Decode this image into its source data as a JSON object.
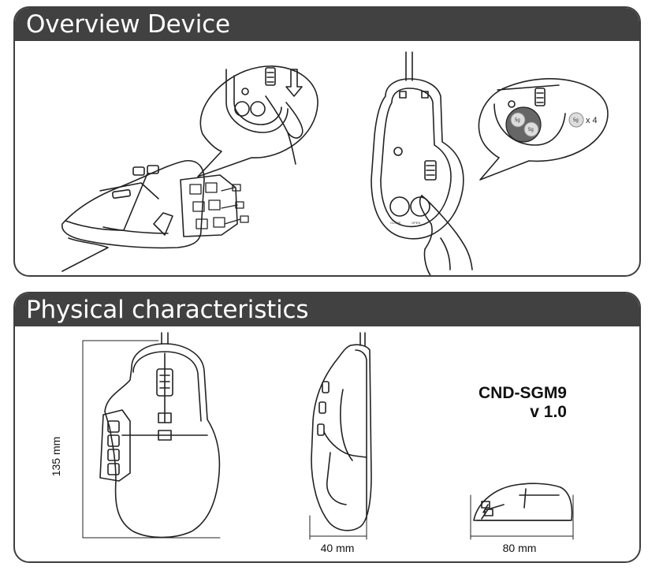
{
  "sections": {
    "overview": {
      "title": "Overview Device",
      "weight_label": "5g",
      "weight_multiplier": "x 4",
      "switch_labels": [
        "CLOSE",
        "OPEN"
      ]
    },
    "physical": {
      "title": "Physical characteristics",
      "height_dim": "135 mm",
      "depth_dim": "40 mm",
      "width_dim": "80 mm",
      "model": "CND-SGM9",
      "version": "v 1.0"
    }
  }
}
